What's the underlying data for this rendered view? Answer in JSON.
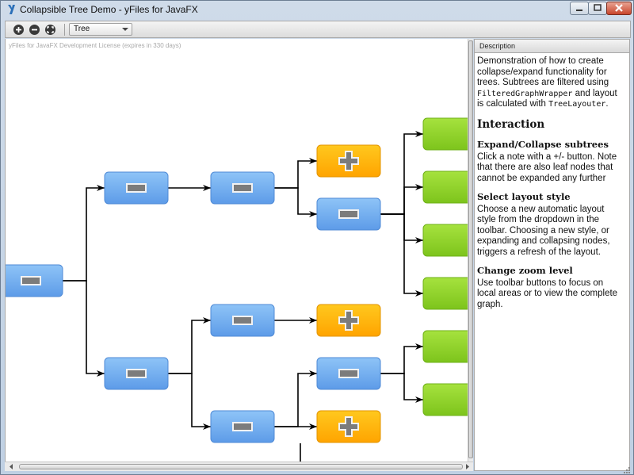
{
  "window": {
    "title": "Collapsible Tree Demo - yFiles for JavaFX"
  },
  "toolbar": {
    "zoom_in_icon": "plus-circle-icon",
    "zoom_out_icon": "minus-circle-icon",
    "fit_icon": "fit-content-icon",
    "layout_style": "Tree"
  },
  "canvas": {
    "license_text": "yFiles for JavaFX Development License (expires in 330 days)"
  },
  "graph": {
    "colors": {
      "expanded": "#6aa8ee",
      "collapsed": "#ffb000",
      "leaf": "#8ed22a",
      "edge": "#000000"
    },
    "nodes": [
      {
        "id": "root",
        "state": "expanded"
      },
      {
        "id": "a",
        "state": "expanded"
      },
      {
        "id": "b",
        "state": "expanded"
      },
      {
        "id": "a1",
        "state": "expanded"
      },
      {
        "id": "a1a",
        "state": "collapsed"
      },
      {
        "id": "a1b",
        "state": "expanded"
      },
      {
        "id": "b1",
        "state": "expanded"
      },
      {
        "id": "b1a",
        "state": "collapsed"
      },
      {
        "id": "b2",
        "state": "expanded"
      },
      {
        "id": "b2a",
        "state": "expanded"
      },
      {
        "id": "b2b",
        "state": "collapsed"
      },
      {
        "id": "leaf1",
        "state": "leaf"
      },
      {
        "id": "leaf2",
        "state": "leaf"
      },
      {
        "id": "leaf3",
        "state": "leaf"
      },
      {
        "id": "leaf4",
        "state": "leaf"
      },
      {
        "id": "leaf5",
        "state": "leaf"
      },
      {
        "id": "leaf6",
        "state": "leaf"
      }
    ],
    "edges": [
      [
        "root",
        "a"
      ],
      [
        "root",
        "b"
      ],
      [
        "a",
        "a1"
      ],
      [
        "a1",
        "a1a"
      ],
      [
        "a1",
        "a1b"
      ],
      [
        "a1b",
        "leaf1"
      ],
      [
        "a1b",
        "leaf2"
      ],
      [
        "a1b",
        "leaf3"
      ],
      [
        "a1b",
        "leaf4"
      ],
      [
        "b",
        "b1"
      ],
      [
        "b",
        "b2"
      ],
      [
        "b1",
        "b1a"
      ],
      [
        "b2",
        "b2a"
      ],
      [
        "b2",
        "b2b"
      ],
      [
        "b2a",
        "leaf5"
      ],
      [
        "b2a",
        "leaf6"
      ]
    ]
  },
  "description": {
    "tab_label": "Description",
    "intro_before": "Demonstration of how to create collapse/expand functionality for trees. Subtrees are filtered using ",
    "intro_code1": "FilteredGraphWrapper",
    "intro_middle": " and layout is calculated with ",
    "intro_code2": "TreeLayouter",
    "intro_after": ".",
    "interaction_heading": "Interaction",
    "expand_heading": "Expand/Collapse subtrees",
    "expand_text": "Click a note with a +/- button. Note that there are also leaf nodes that cannot be expanded any further",
    "layout_heading": "Select layout style",
    "layout_text": "Choose a new automatic layout style from the dropdown in the toolbar. Choosing a new style, or expanding and collapsing nodes, triggers a refresh of the layout.",
    "zoom_heading": "Change zoom level",
    "zoom_text": "Use toolbar buttons to focus on local areas or to view the complete graph."
  }
}
